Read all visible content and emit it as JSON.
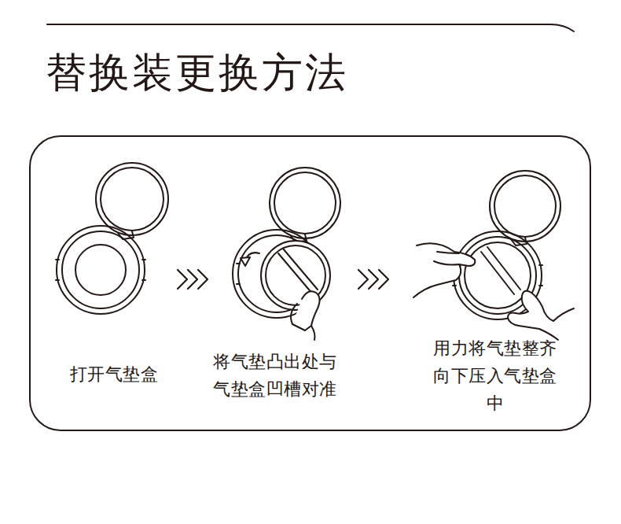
{
  "diagram": {
    "title": "替换装更换方法",
    "nodes": [
      {
        "text": [
          "打开气垫盒",
          "将气垫凸出处与 气垫盒凹槽对准",
          "用力将气垫整齐 向下压入气垫盒中"
        ]
      }
    ]
  }
}
